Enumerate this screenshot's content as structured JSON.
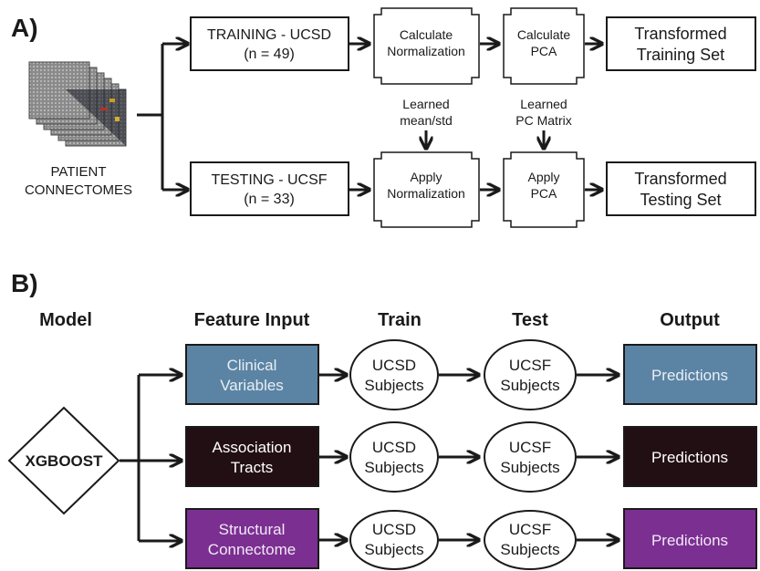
{
  "panel_a": {
    "label": "A)",
    "source_label_line1": "PATIENT",
    "source_label_line2": "CONNECTOMES",
    "training_line1": "TRAINING - UCSD",
    "training_line2": "(n = 49)",
    "testing_line1": "TESTING - UCSF",
    "testing_line2": "(n = 33)",
    "calc_norm_line1": "Calculate",
    "calc_norm_line2": "Normalization",
    "calc_pca_line1": "Calculate",
    "calc_pca_line2": "PCA",
    "apply_norm_line1": "Apply",
    "apply_norm_line2": "Normalization",
    "apply_pca_line1": "Apply",
    "apply_pca_line2": "PCA",
    "learned_norm_line1": "Learned",
    "learned_norm_line2": "mean/std",
    "learned_pca_line1": "Learned",
    "learned_pca_line2": "PC Matrix",
    "out_train_line1": "Transformed",
    "out_train_line2": "Training Set",
    "out_test_line1": "Transformed",
    "out_test_line2": "Testing Set"
  },
  "panel_b": {
    "label": "B)",
    "headers": {
      "model": "Model",
      "feature_input": "Feature Input",
      "train": "Train",
      "test": "Test",
      "output": "Output"
    },
    "model_name": "XGBOOST",
    "rows": [
      {
        "feature_line1": "Clinical",
        "feature_line2": "Variables",
        "train_line1": "UCSD",
        "train_line2": "Subjects",
        "test_line1": "UCSF",
        "test_line2": "Subjects",
        "output": "Predictions",
        "color": "#5b84a4",
        "text_color": "#e8eef4"
      },
      {
        "feature_line1": "Association",
        "feature_line2": "Tracts",
        "train_line1": "UCSD",
        "train_line2": "Subjects",
        "test_line1": "UCSF",
        "test_line2": "Subjects",
        "output": "Predictions",
        "color": "#220f14",
        "text_color": "#ffffff"
      },
      {
        "feature_line1": "Structural",
        "feature_line2": "Connectome",
        "train_line1": "UCSD",
        "train_line2": "Subjects",
        "test_line1": "UCSF",
        "test_line2": "Subjects",
        "output": "Predictions",
        "color": "#7b2f91",
        "text_color": "#f2e8f6"
      }
    ]
  },
  "colors": {
    "line": "#1a1a1a",
    "box_fill": "#ffffff"
  }
}
